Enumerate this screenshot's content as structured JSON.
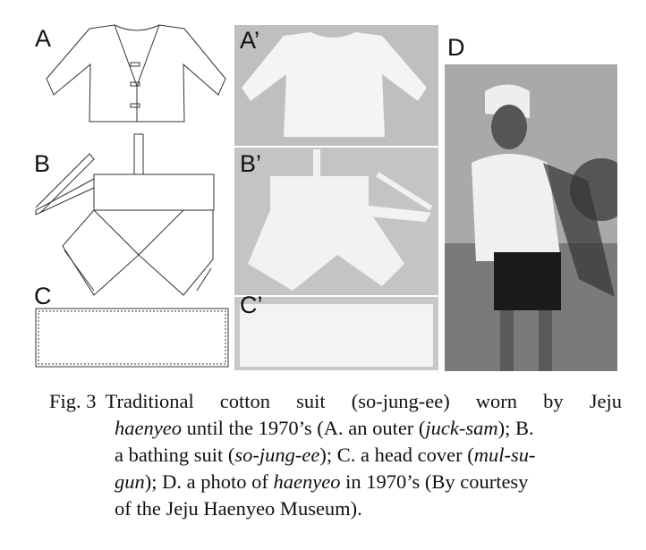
{
  "panels": {
    "a": "A",
    "a_photo": "A’",
    "b": "B",
    "b_photo": "B’",
    "c": "C",
    "c_photo": "C’",
    "d": "D"
  },
  "caption": {
    "fig": "Fig. 3",
    "l1": "Traditional cotton suit (so-jung-ee) worn by Jeju",
    "l2a": "haenyeo",
    "l2b": " until the 1970’s (A. an outer (",
    "l2c": "juck-sam",
    "l2d": "); B.",
    "l3a": "a bathing suit (",
    "l3b": "so-jung-ee",
    "l3c": "); C. a head cover (",
    "l3d": "mul-su-",
    "l4a": "gun",
    "l4b": "); D. a photo of ",
    "l4c": "haenyeo",
    "l4d": " in 1970’s (By courtesy",
    "l5": "of the Jeju Haenyeo Museum)."
  }
}
